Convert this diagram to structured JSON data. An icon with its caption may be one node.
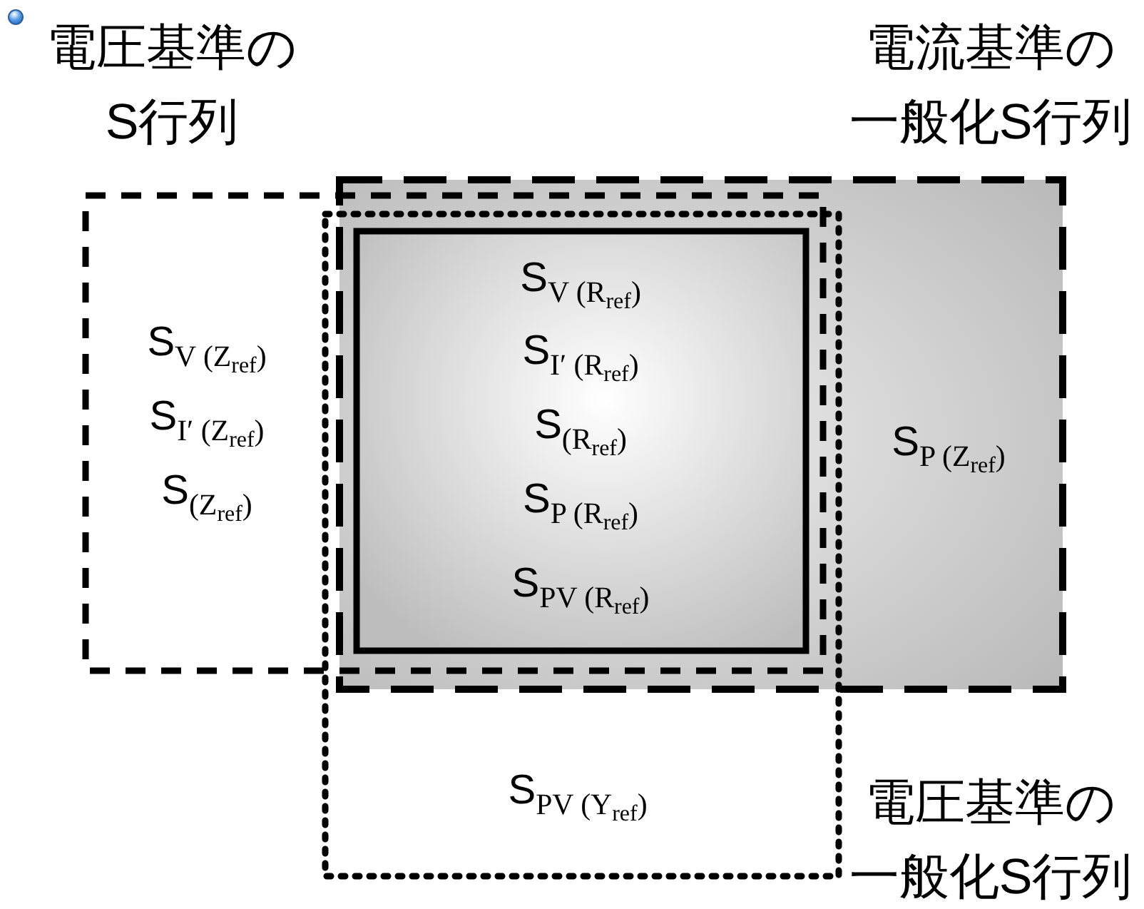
{
  "diagram": {
    "nodes": [
      {
        "text": [
          "電圧基準のS行列",
          "S$_{V (Z}$$_{ref}$$_{)}$",
          "S$_{I′ (Z}$$_{ref}$$_{)}$",
          "S$_{(Z}$$_{ref}$$_{)}$"
        ]
      },
      {
        "text": [
          "電流基準の一般化S行列",
          "S$_{P (Z}$$_{ref}$$_{)}$"
        ]
      },
      {
        "text": [
          "S$_{V (R}$$_{ref}$$_{)}$",
          "S$_{I′ (R}$$_{ref}$$_{)}$",
          "S$_{(R}$$_{ref}$$_{)}$",
          "S$_{P (R}$$_{ref}$$_{)}$",
          "S$_{PV (R}$$_{ref}$$_{)}$"
        ]
      },
      {
        "text": [
          "S$_{PV (Y}$$_{ref}$$_{)}$",
          "電圧基準の一般化S行列"
        ]
      }
    ]
  }
}
